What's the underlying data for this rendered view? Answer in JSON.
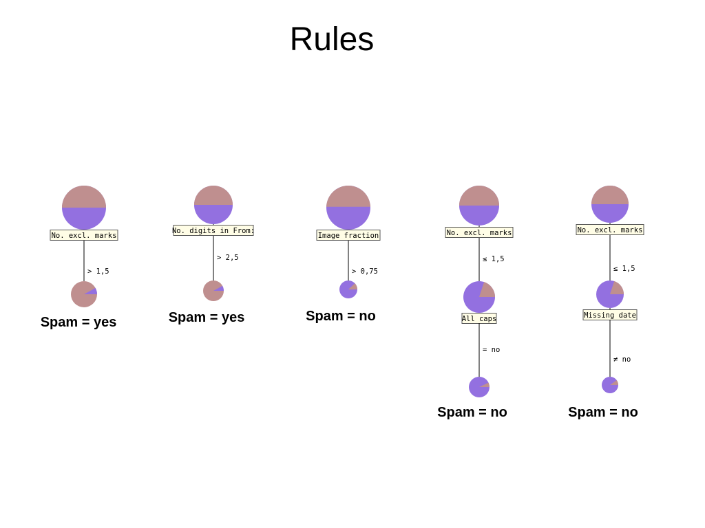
{
  "slide": {
    "title": "Rules"
  },
  "colors": {
    "spam_yes": "#bf8f8f",
    "spam_no": "#9370e0",
    "node_box": "#fffde6"
  },
  "rules": [
    {
      "root": {
        "attribute": "No. excl. marks",
        "spam_no_fraction": 0.5
      },
      "conditions": [
        {
          "label": "> 1,5",
          "child": {
            "attribute": "",
            "spam_no_fraction": 0.08
          }
        }
      ],
      "conclusion": "Spam = yes"
    },
    {
      "root": {
        "attribute": "No. digits in From:",
        "spam_no_fraction": 0.5
      },
      "conditions": [
        {
          "label": "> 2,5",
          "child": {
            "attribute": "",
            "spam_no_fraction": 0.08
          }
        }
      ],
      "conclusion": "Spam = yes"
    },
    {
      "root": {
        "attribute": "Image fraction",
        "spam_no_fraction": 0.52
      },
      "conditions": [
        {
          "label": "> 0,75",
          "child": {
            "attribute": "",
            "spam_no_fraction": 0.88
          }
        }
      ],
      "conclusion": "Spam = no"
    },
    {
      "root": {
        "attribute": "No. excl. marks",
        "spam_no_fraction": 0.5
      },
      "conditions": [
        {
          "label": "≤ 1,5",
          "child": {
            "attribute": "All caps",
            "spam_no_fraction": 0.8
          }
        },
        {
          "label": "= no",
          "child": {
            "attribute": "",
            "spam_no_fraction": 0.93
          }
        }
      ],
      "conclusion": "Spam = no"
    },
    {
      "root": {
        "attribute": "No. excl. marks",
        "spam_no_fraction": 0.5
      },
      "conditions": [
        {
          "label": "≤ 1,5",
          "child": {
            "attribute": "Missing date",
            "spam_no_fraction": 0.8
          }
        },
        {
          "label": "≠ no",
          "child": {
            "attribute": "",
            "spam_no_fraction": 0.9
          }
        }
      ],
      "conclusion": "Spam = no"
    }
  ]
}
